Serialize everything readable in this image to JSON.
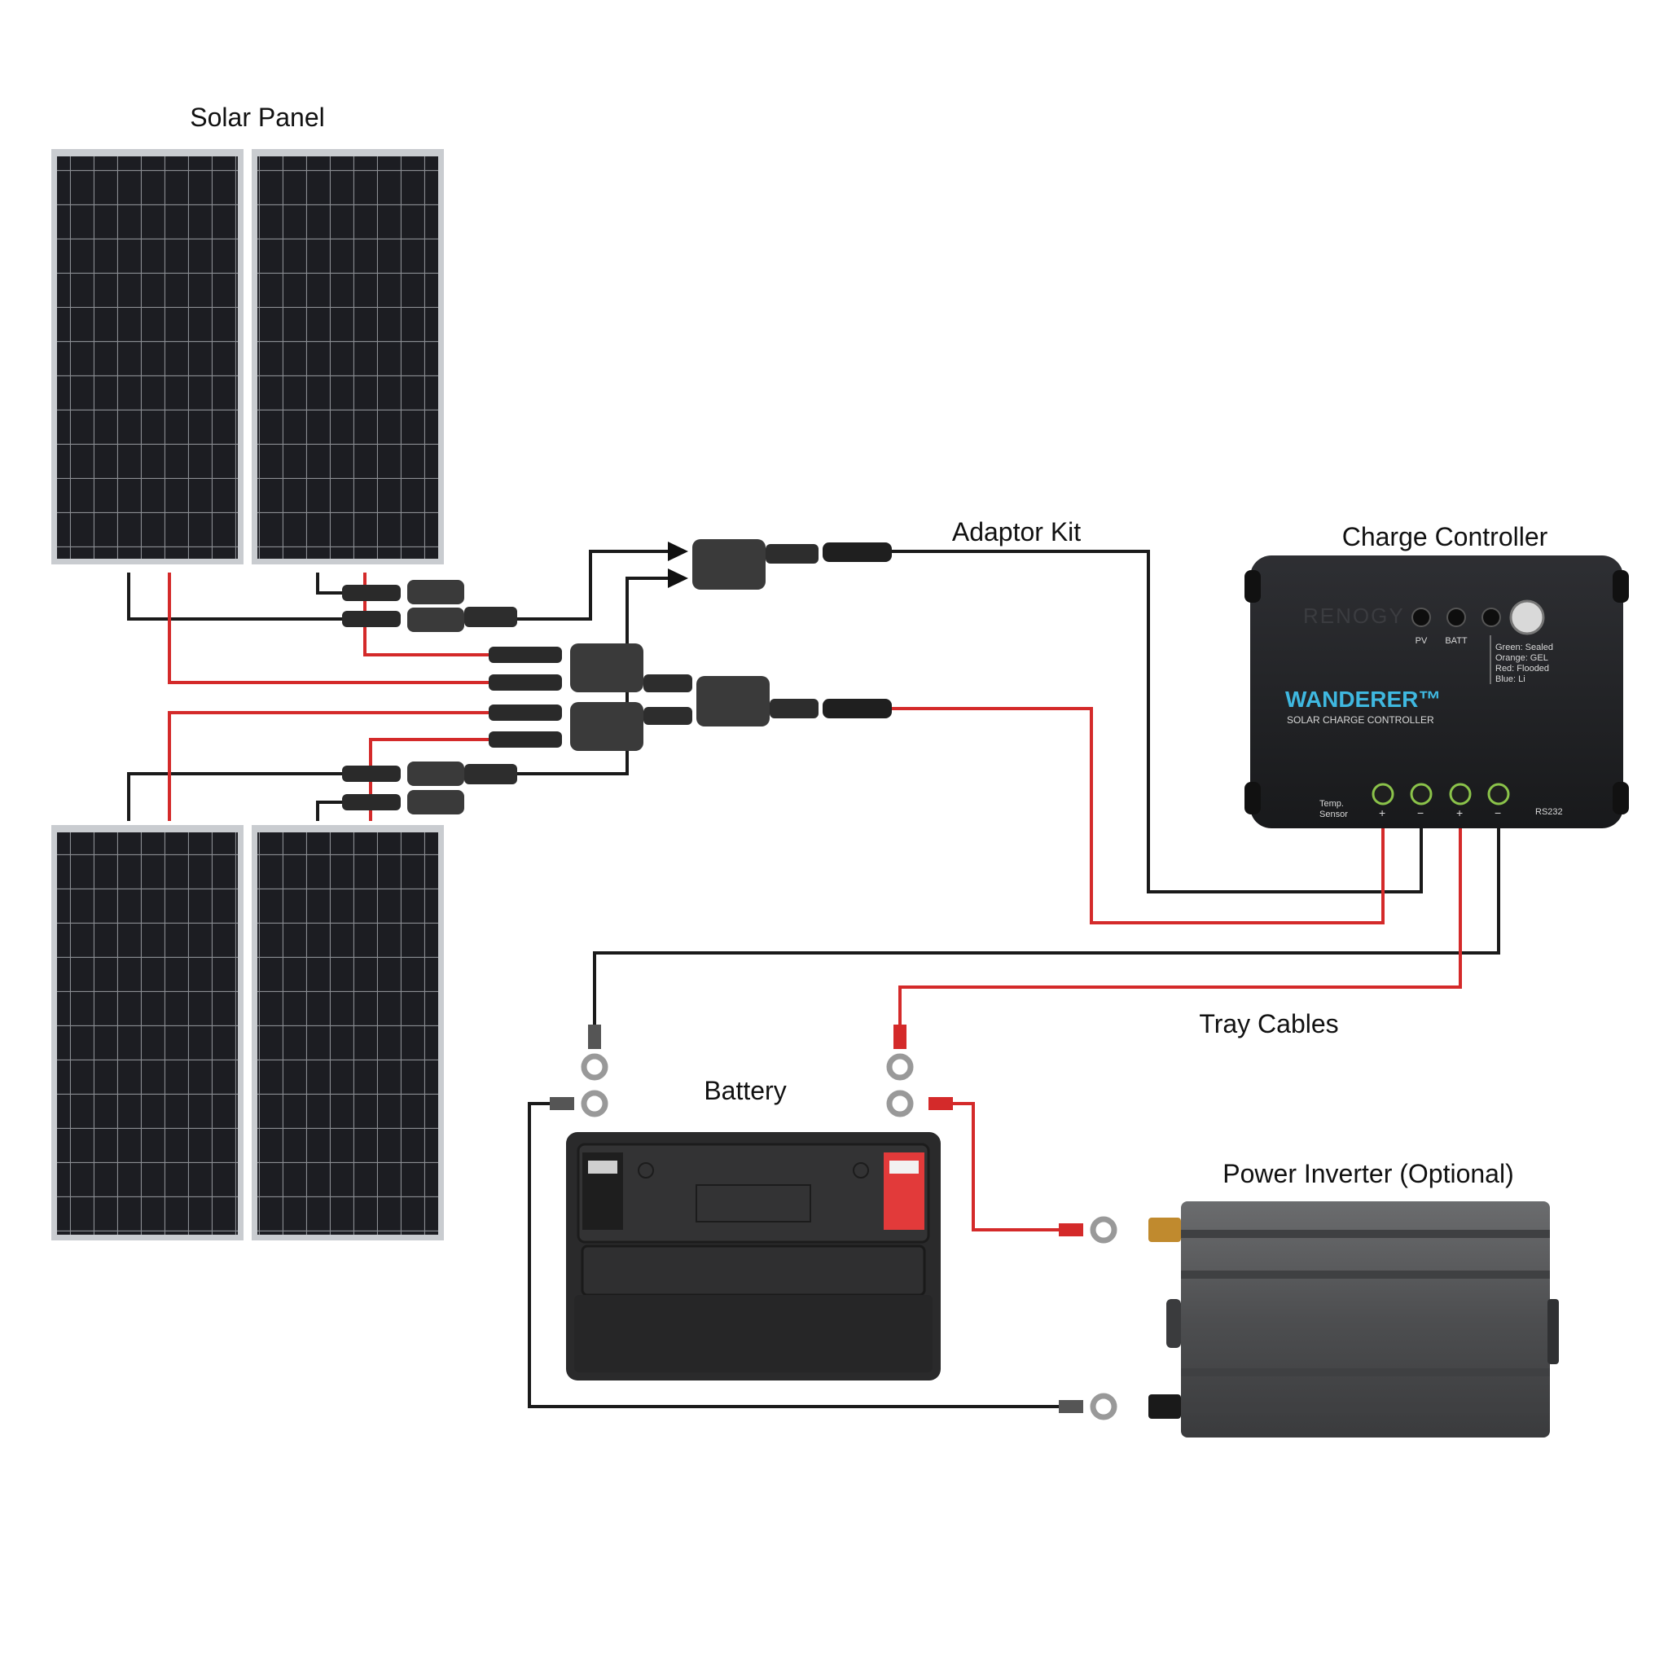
{
  "labels": {
    "solar_panel": "Solar Panel",
    "adaptor_kit": "Adaptor Kit",
    "charge_controller": "Charge Controller",
    "tray_cables": "Tray Cables",
    "battery": "Battery",
    "power_inverter": "Power Inverter (Optional)"
  },
  "controller": {
    "brand": "RENOGY",
    "model": "WANDERER™",
    "subtitle": "SOLAR CHARGE CONTROLLER",
    "led_pv": "PV",
    "led_batt": "BATT",
    "legend": [
      "Green: Sealed",
      "Orange: GEL",
      "Red: Flooded",
      "Blue: Li"
    ],
    "temp_sensor_line1": "Temp.",
    "temp_sensor_line2": "Sensor",
    "rs232": "RS232",
    "plus": "+",
    "minus": "−"
  },
  "colors": {
    "positive_wire": "#d42a2a",
    "negative_wire": "#1a1a1a",
    "panel_cell": "#1c1d22",
    "panel_frame": "#c9ccd0",
    "controller_body": "#222326",
    "controller_accent": "#3fb8e0",
    "battery_body": "#2a2a2b",
    "inverter_body": "#565759"
  }
}
